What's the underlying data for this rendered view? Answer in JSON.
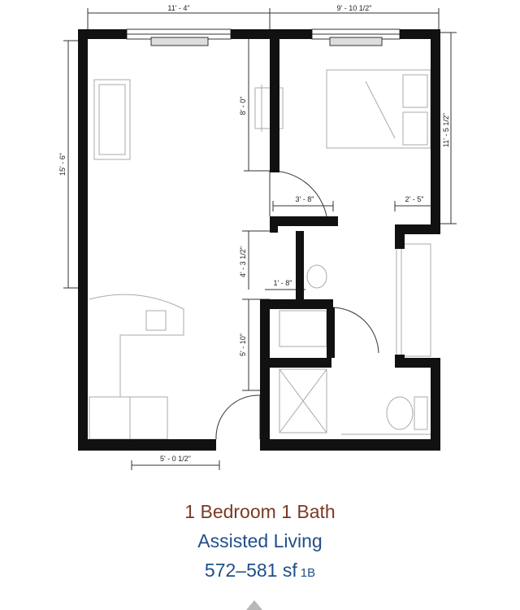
{
  "dimensions": {
    "living_width": "11' - 4\"",
    "bedroom_width": "9' - 10 1/2\"",
    "living_depth": "15' - 6\"",
    "bedroom_depth": "11' - 5 1/2\"",
    "dining_depth": "8' - 0\"",
    "hall_door": "3' - 8\"",
    "closet_width": "2' - 5\"",
    "linen_depth": "4' - 3 1/2\"",
    "linen_width": "1' - 8\"",
    "bath_hall_depth": "5' - 10\"",
    "entry_width": "5' - 0 1/2\""
  },
  "caption": {
    "title": "1 Bedroom 1 Bath",
    "subtitle": "Assisted Living",
    "area": "572–581 sf",
    "plan_code": "1B"
  },
  "colors": {
    "wall": "#111111",
    "title": "#7a3a22",
    "subtitle": "#1f4f8a"
  }
}
